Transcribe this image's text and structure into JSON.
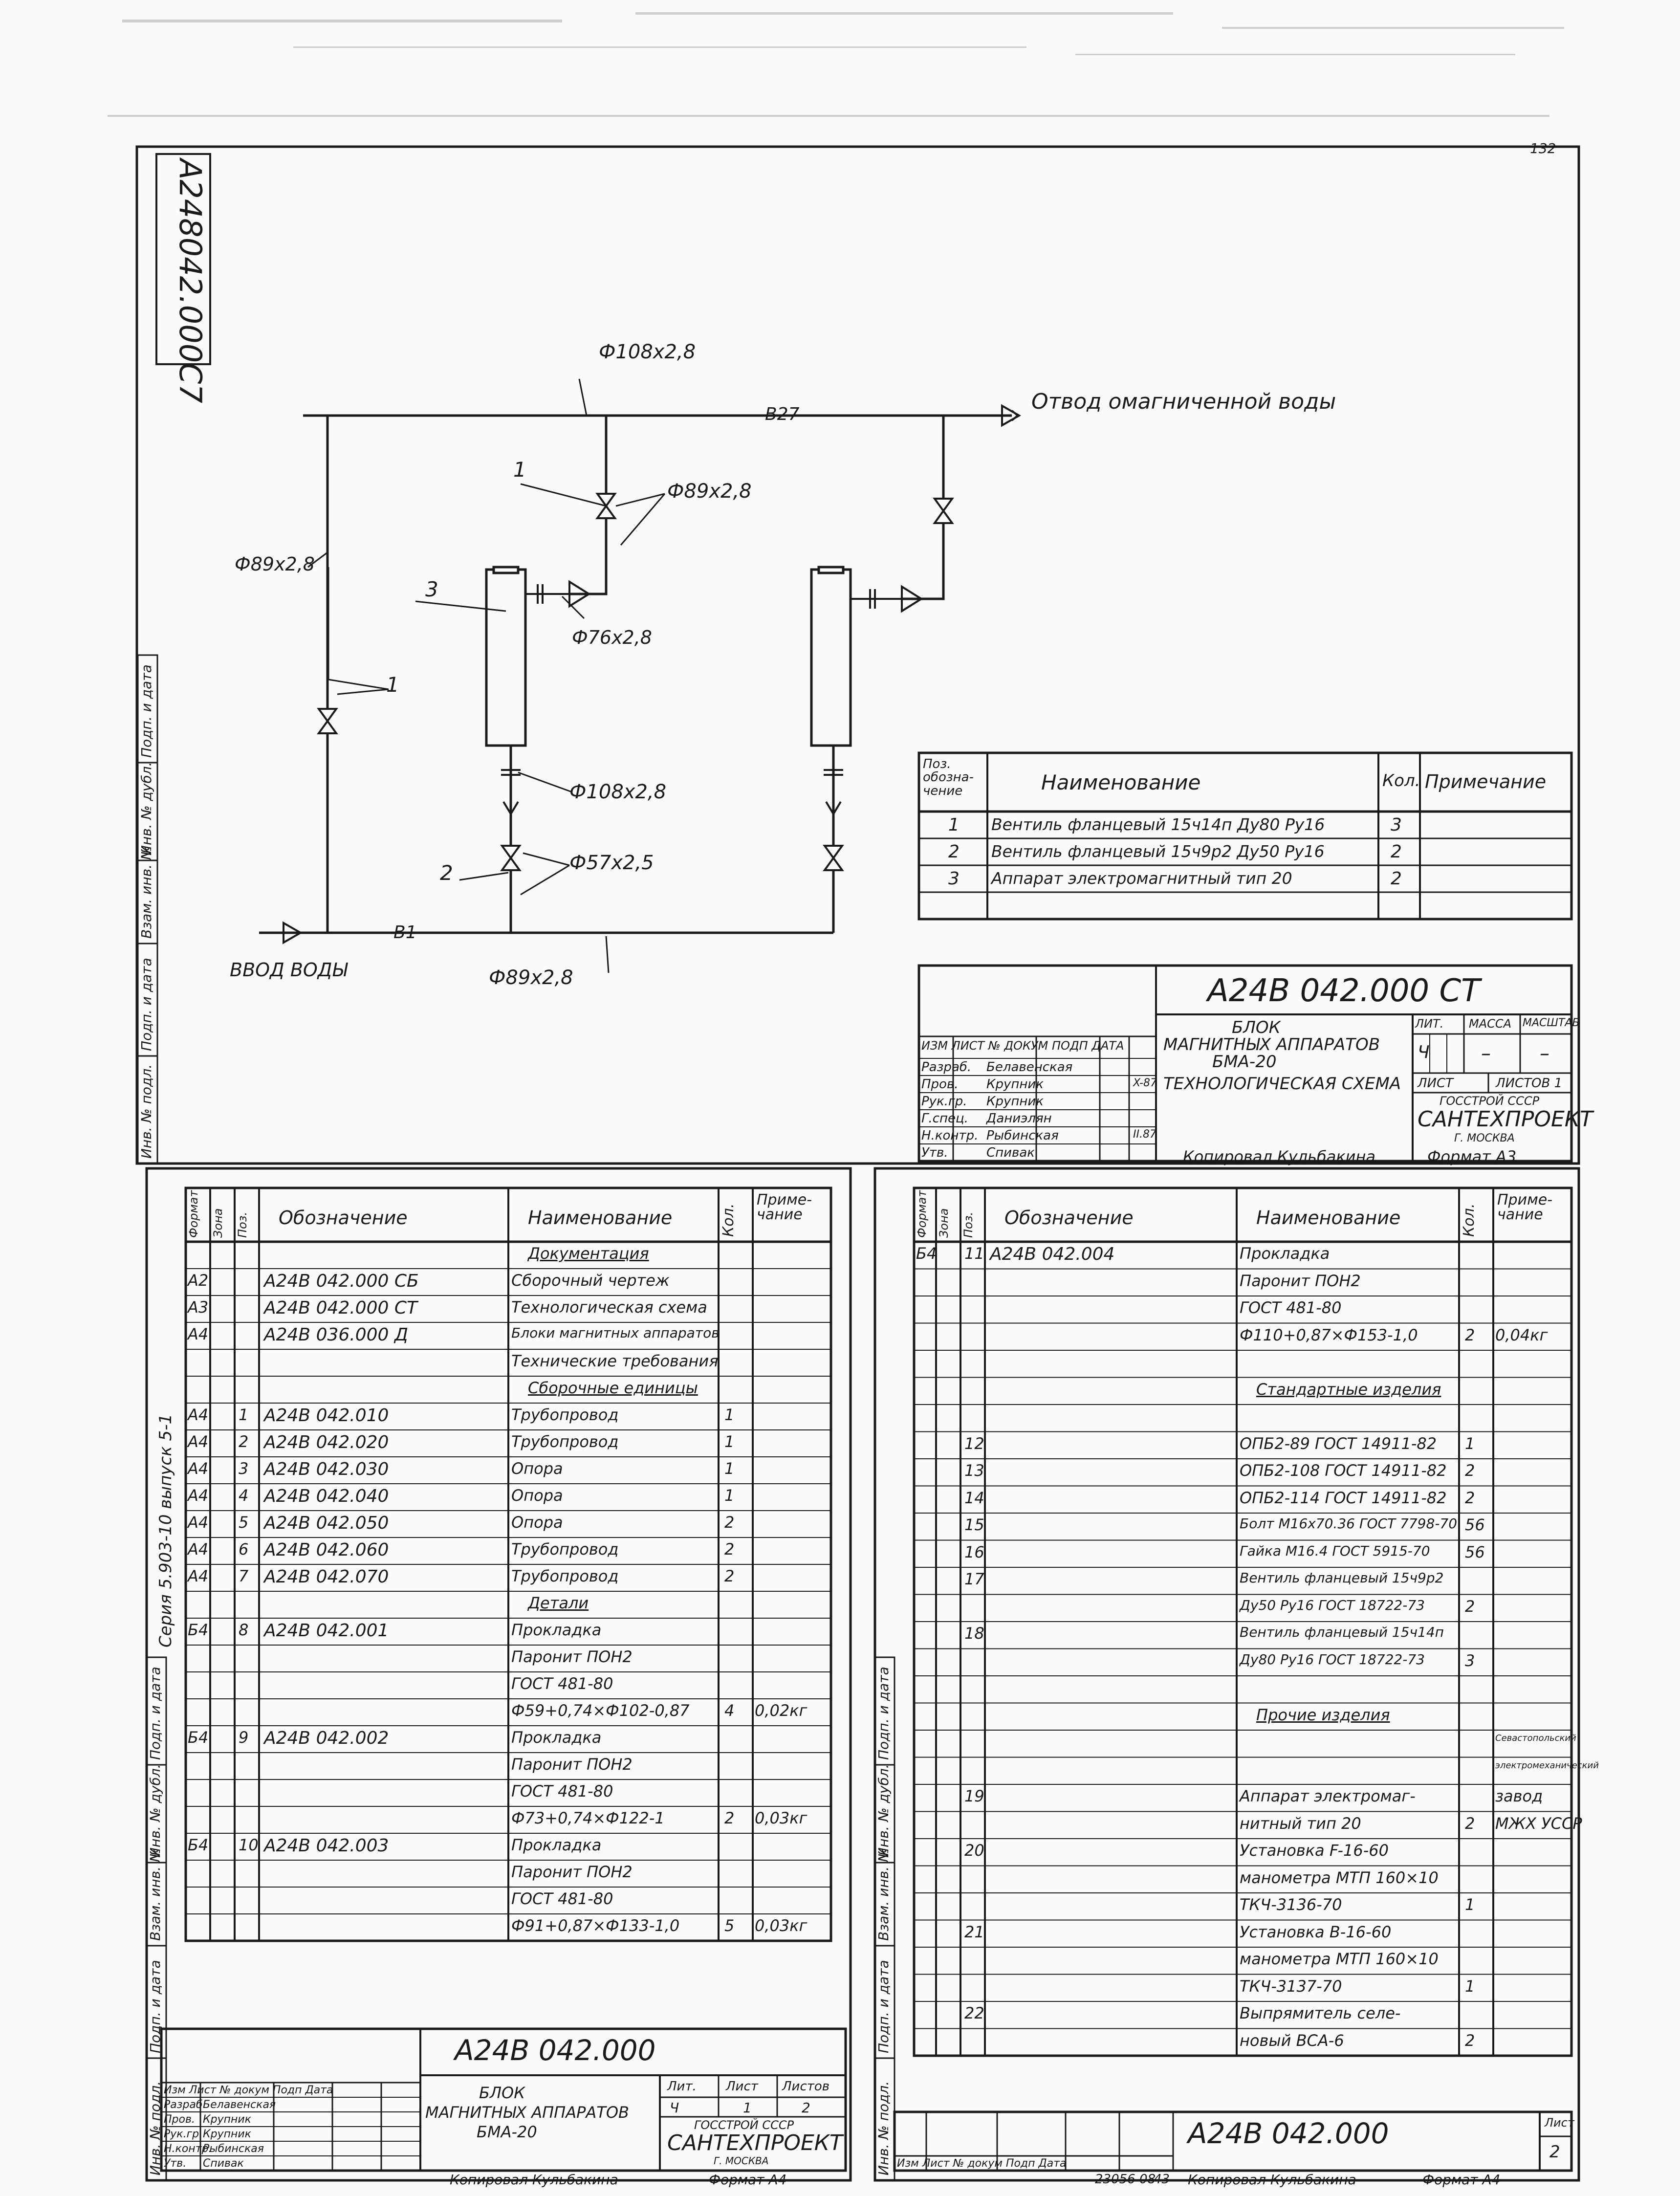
{
  "sheet_number": "132",
  "rotated_code": "A248042.000C7",
  "scheme": {
    "pipe_top": "Ф108х2,8",
    "line_b27": "В27",
    "outlet": "Отвод  омагниченной воды",
    "pos1": "1",
    "pipe_89_valve": "Ф89х2,8",
    "pipe_89_left": "Ф89х2,8",
    "pos3": "3",
    "pipe_76": "Ф76х2,8",
    "pos1b": "1",
    "pipe_108_low": "Ф108х2,8",
    "pos2": "2",
    "pipe_57": "Ф57х2,5",
    "line_b1": "В1",
    "inlet": "ВВОД ВОДЫ",
    "pipe_89_bottom": "Ф89х2,8"
  },
  "legend": {
    "headers": [
      "Поз. обозна- чение",
      "Наименование",
      "Кол.",
      "Примечание"
    ],
    "rows": [
      {
        "pos": "1",
        "name": "Вентиль фланцевый 15ч14п Ду80 Ру16",
        "qty": "3"
      },
      {
        "pos": "2",
        "name": "Вентиль фланцевый 15ч9р2 Ду50 Ру16",
        "qty": "2"
      },
      {
        "pos": "3",
        "name": "Аппарат электромагнитный тип 20",
        "qty": "2"
      }
    ]
  },
  "title_top": {
    "doc": "А24В 042.000 СТ",
    "name1": "БЛОК",
    "name2": "МАГНИТНЫХ АППАРАТОВ",
    "name3": "БМА-20",
    "name4": "ТЕХНОЛОГИЧЕСКАЯ СХЕМА",
    "lit": "ЛИТ.",
    "mass": "МАССА",
    "scale": "МАСШТАБ",
    "sheet": "ЛИСТ",
    "sheets": "ЛИСТОВ 1",
    "org1": "ГОССТРОЙ СССР",
    "org2": "САНТЕХПРОЕКТ",
    "org3": "Г. МОСКВА",
    "lit_val": "Ч",
    "dash1": "–",
    "dash2": "–",
    "hdr": "ИЗМ ЛИСТ  № ДОКУМ  ПОДП  ДАТА",
    "roles": [
      {
        "role": "Разраб.",
        "name": "Белавенская"
      },
      {
        "role": "Пров.",
        "name": "Крупник"
      },
      {
        "role": "Рук.гр.",
        "name": "Крупник"
      },
      {
        "role": "Г.спец.",
        "name": "Даниэлян"
      },
      {
        "role": "Н.контр.",
        "name": "Рыбинская"
      },
      {
        "role": "Утв.",
        "name": "Спивак"
      }
    ],
    "date": "X-87",
    "date2": "II.87"
  },
  "copy_top": "Копировал  Кульбакина",
  "format_top": "Формат  А3",
  "series": "Серия 5.903-10   выпуск 5-1",
  "margin_labels": [
    "Подп. и дата",
    "Инв. № дубл.",
    "Взам. инв. №",
    "Подп. и дата",
    "Инв. № подл."
  ],
  "spec_left": {
    "headers": [
      "Формат",
      "Зона",
      "Поз.",
      "Обозначение",
      "Наименование",
      "Кол.",
      "Приме- чание"
    ],
    "rows": [
      {
        "f": "",
        "p": "",
        "d": "",
        "n": "Документация",
        "q": "",
        "r": "",
        "u": true
      },
      {
        "f": "А2",
        "p": "",
        "d": "А24В 042.000 СБ",
        "n": "Сборочный чертеж",
        "q": "",
        "r": ""
      },
      {
        "f": "А3",
        "p": "",
        "d": "А24В 042.000 СТ",
        "n": "Технологическая схема",
        "q": "",
        "r": ""
      },
      {
        "f": "А4",
        "p": "",
        "d": "А24В 036.000 Д",
        "n": "Блоки магнитных аппаратов",
        "q": "",
        "r": ""
      },
      {
        "f": "",
        "p": "",
        "d": "",
        "n": "Технические требования",
        "q": "",
        "r": ""
      },
      {
        "f": "",
        "p": "",
        "d": "",
        "n": "Сборочные единицы",
        "q": "",
        "r": "",
        "u": true
      },
      {
        "f": "А4",
        "p": "1",
        "d": "А24В 042.010",
        "n": "Трубопровод",
        "q": "1",
        "r": ""
      },
      {
        "f": "А4",
        "p": "2",
        "d": "А24В 042.020",
        "n": "Трубопровод",
        "q": "1",
        "r": ""
      },
      {
        "f": "А4",
        "p": "3",
        "d": "А24В 042.030",
        "n": "Опора",
        "q": "1",
        "r": ""
      },
      {
        "f": "А4",
        "p": "4",
        "d": "А24В 042.040",
        "n": "Опора",
        "q": "1",
        "r": ""
      },
      {
        "f": "А4",
        "p": "5",
        "d": "А24В 042.050",
        "n": "Опора",
        "q": "2",
        "r": ""
      },
      {
        "f": "А4",
        "p": "6",
        "d": "А24В 042.060",
        "n": "Трубопровод",
        "q": "2",
        "r": ""
      },
      {
        "f": "А4",
        "p": "7",
        "d": "А24В 042.070",
        "n": "Трубопровод",
        "q": "2",
        "r": ""
      },
      {
        "f": "",
        "p": "",
        "d": "",
        "n": "Детали",
        "q": "",
        "r": "",
        "u": true
      },
      {
        "f": "Б4",
        "p": "8",
        "d": "А24В 042.001",
        "n": "Прокладка",
        "q": "",
        "r": ""
      },
      {
        "f": "",
        "p": "",
        "d": "",
        "n": "Паронит ПОН2",
        "q": "",
        "r": ""
      },
      {
        "f": "",
        "p": "",
        "d": "",
        "n": "ГОСТ 481-80",
        "q": "",
        "r": ""
      },
      {
        "f": "",
        "p": "",
        "d": "",
        "n": "Ф59+0,74×Ф102-0,87",
        "q": "4",
        "r": "0,02кг"
      },
      {
        "f": "Б4",
        "p": "9",
        "d": "А24В 042.002",
        "n": "Прокладка",
        "q": "",
        "r": ""
      },
      {
        "f": "",
        "p": "",
        "d": "",
        "n": "Паронит ПОН2",
        "q": "",
        "r": ""
      },
      {
        "f": "",
        "p": "",
        "d": "",
        "n": "ГОСТ 481-80",
        "q": "",
        "r": ""
      },
      {
        "f": "",
        "p": "",
        "d": "",
        "n": "Ф73+0,74×Ф122-1",
        "q": "2",
        "r": "0,03кг"
      },
      {
        "f": "Б4",
        "p": "10",
        "d": "А24В 042.003",
        "n": "Прокладка",
        "q": "",
        "r": ""
      },
      {
        "f": "",
        "p": "",
        "d": "",
        "n": "Паронит ПОН2",
        "q": "",
        "r": ""
      },
      {
        "f": "",
        "p": "",
        "d": "",
        "n": "ГОСТ 481-80",
        "q": "",
        "r": ""
      },
      {
        "f": "",
        "p": "",
        "d": "",
        "n": "Ф91+0,87×Ф133-1,0",
        "q": "5",
        "r": "0,03кг"
      }
    ]
  },
  "title_left": {
    "doc": "А24В 042.000",
    "name1": "БЛОК",
    "name2": "МАГНИТНЫХ АППАРАТОВ",
    "name3": "БМА-20",
    "lit": "Лит.",
    "sheet": "Лист",
    "sheets": "Листов",
    "lit_val": "Ч",
    "sheet_val": "1",
    "sheets_val": "2",
    "org1": "ГОССТРОЙ СССР",
    "org2": "САНТЕХПРОЕКТ",
    "org3": "Г. МОСКВА",
    "hdr": "Изм Лист  № докум  Подп  Дата",
    "roles": [
      {
        "role": "Разраб.",
        "name": "Белавенская"
      },
      {
        "role": "Пров.",
        "name": "Крупник"
      },
      {
        "role": "Рук.гр.",
        "name": "Крупник"
      },
      {
        "role": "Н.контр.",
        "name": "Рыбинская"
      },
      {
        "role": "Утв.",
        "name": "Спивак"
      }
    ]
  },
  "copy_left": "Копировал  Кульбакина",
  "format_left": "Формат  А4",
  "spec_right": {
    "headers": [
      "Формат",
      "Зона",
      "Поз.",
      "Обозначение",
      "Наименование",
      "Кол.",
      "Приме- чание"
    ],
    "rows": [
      {
        "f": "Б4",
        "p": "11",
        "d": "А24В 042.004",
        "n": "Прокладка",
        "q": "",
        "r": ""
      },
      {
        "f": "",
        "p": "",
        "d": "",
        "n": "Паронит ПОН2",
        "q": "",
        "r": ""
      },
      {
        "f": "",
        "p": "",
        "d": "",
        "n": "ГОСТ 481-80",
        "q": "",
        "r": ""
      },
      {
        "f": "",
        "p": "",
        "d": "",
        "n": "Ф110+0,87×Ф153-1,0",
        "q": "2",
        "r": "0,04кг"
      },
      {
        "f": "",
        "p": "",
        "d": "",
        "n": "",
        "q": "",
        "r": ""
      },
      {
        "f": "",
        "p": "",
        "d": "",
        "n": "Стандартные изделия",
        "q": "",
        "r": "",
        "u": true
      },
      {
        "f": "",
        "p": "",
        "d": "",
        "n": "",
        "q": "",
        "r": ""
      },
      {
        "f": "",
        "p": "12",
        "d": "",
        "n": "ОПБ2-89 ГОСТ 14911-82",
        "q": "1",
        "r": ""
      },
      {
        "f": "",
        "p": "13",
        "d": "",
        "n": "ОПБ2-108 ГОСТ 14911-82",
        "q": "2",
        "r": ""
      },
      {
        "f": "",
        "p": "14",
        "d": "",
        "n": "ОПБ2-114 ГОСТ 14911-82",
        "q": "2",
        "r": ""
      },
      {
        "f": "",
        "p": "15",
        "d": "",
        "n": "Болт М16х70.36 ГОСТ 7798-70",
        "q": "56",
        "r": ""
      },
      {
        "f": "",
        "p": "16",
        "d": "",
        "n": "Гайка М16.4 ГОСТ 5915-70",
        "q": "56",
        "r": ""
      },
      {
        "f": "",
        "p": "17",
        "d": "",
        "n": "Вентиль фланцевый 15ч9р2",
        "q": "",
        "r": ""
      },
      {
        "f": "",
        "p": "",
        "d": "",
        "n": "Ду50 Ру16 ГОСТ 18722-73",
        "q": "2",
        "r": ""
      },
      {
        "f": "",
        "p": "18",
        "d": "",
        "n": "Вентиль фланцевый 15ч14п",
        "q": "",
        "r": ""
      },
      {
        "f": "",
        "p": "",
        "d": "",
        "n": "Ду80 Ру16 ГОСТ 18722-73",
        "q": "3",
        "r": ""
      },
      {
        "f": "",
        "p": "",
        "d": "",
        "n": "",
        "q": "",
        "r": ""
      },
      {
        "f": "",
        "p": "",
        "d": "",
        "n": "Прочие изделия",
        "q": "",
        "r": "",
        "u": true
      },
      {
        "f": "",
        "p": "",
        "d": "",
        "n": "",
        "q": "",
        "r": "Севастопольский"
      },
      {
        "f": "",
        "p": "",
        "d": "",
        "n": "",
        "q": "",
        "r": "электромеханический"
      },
      {
        "f": "",
        "p": "19",
        "d": "",
        "n": "Аппарат электромаг-",
        "q": "",
        "r": "завод"
      },
      {
        "f": "",
        "p": "",
        "d": "",
        "n": "нитный тип 20",
        "q": "2",
        "r": "МЖХ УССР"
      },
      {
        "f": "",
        "p": "20",
        "d": "",
        "n": "Установка F-16-60",
        "q": "",
        "r": ""
      },
      {
        "f": "",
        "p": "",
        "d": "",
        "n": "манометра МТП 160×10",
        "q": "",
        "r": ""
      },
      {
        "f": "",
        "p": "",
        "d": "",
        "n": "ТКЧ-3136-70",
        "q": "1",
        "r": ""
      },
      {
        "f": "",
        "p": "21",
        "d": "",
        "n": "Установка В-16-60",
        "q": "",
        "r": ""
      },
      {
        "f": "",
        "p": "",
        "d": "",
        "n": "манометра МТП 160×10",
        "q": "",
        "r": ""
      },
      {
        "f": "",
        "p": "",
        "d": "",
        "n": "ТКЧ-3137-70",
        "q": "1",
        "r": ""
      },
      {
        "f": "",
        "p": "22",
        "d": "",
        "n": "Выпрямитель селе-",
        "q": "",
        "r": ""
      },
      {
        "f": "",
        "p": "",
        "d": "",
        "n": "новый ВСА-6",
        "q": "2",
        "r": ""
      }
    ]
  },
  "title_right": {
    "doc": "А24В 042.000",
    "sheet": "Лист",
    "sheet_val": "2",
    "hdr": "Изм Лист  № докум  Подп  Дата"
  },
  "bottom_num": "23056  08",
  "bottom_num2": "43",
  "copy_right": "Копировал  Кульбакина",
  "format_right": "Формат  А4",
  "colors": {
    "ink": "#1a1a1a",
    "paper": "#fbfbf9",
    "noise": "#9a9a9a"
  }
}
